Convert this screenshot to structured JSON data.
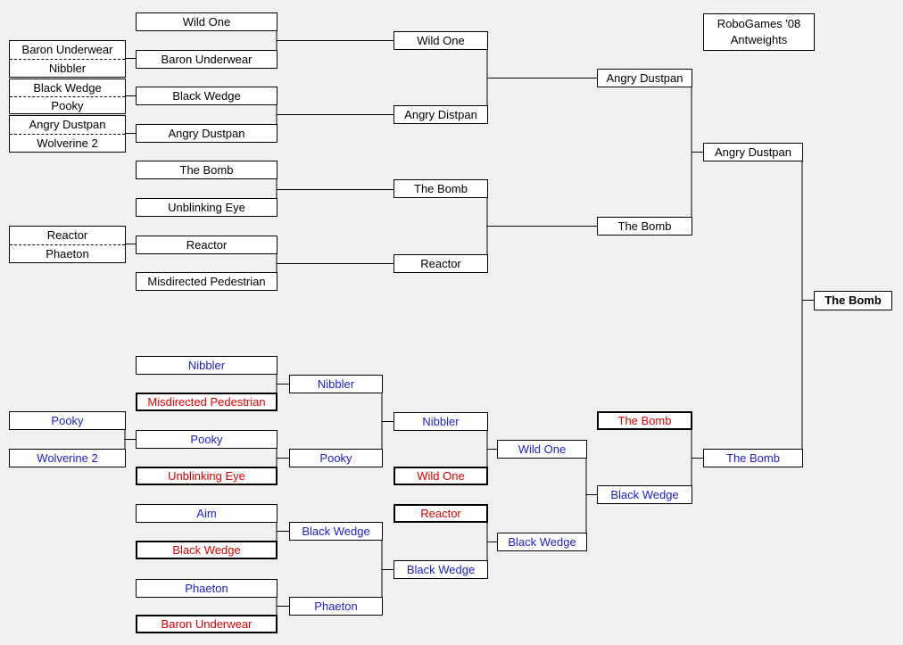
{
  "title": {
    "line1": "RoboGames '08",
    "line2": "Antweights"
  },
  "colors": {
    "winner_text": "#000000",
    "loser_bracket_text": "#1c1ccc",
    "eliminated_text": "#e00000"
  },
  "preliminaries": [
    {
      "top": "Baron Underwear",
      "bottom": "Nibbler"
    },
    {
      "top": "Black Wedge",
      "bottom": "Pooky"
    },
    {
      "top": "Angry Dustpan",
      "bottom": "Wolverine 2"
    },
    {
      "top": "Reactor",
      "bottom": "Phaeton"
    }
  ],
  "winners_bracket": {
    "round1": [
      "Wild One",
      "Baron Underwear",
      "Black Wedge",
      "Angry Dustpan",
      "The Bomb",
      "Unblinking Eye",
      "Reactor",
      "Misdirected Pedestrian"
    ],
    "round2": [
      "Wild One",
      "Angry Distpan",
      "The Bomb",
      "Reactor"
    ],
    "round3": [
      "Angry Dustpan",
      "The Bomb"
    ],
    "final": "Angry Dustpan"
  },
  "losers_bracket": {
    "prelim": [
      "Pooky",
      "Wolverine 2"
    ],
    "col1": [
      "Nibbler",
      "Misdirected Pedestrian",
      "Pooky",
      "Unblinking Eye",
      "Aim",
      "Black Wedge",
      "Phaeton",
      "Baron Underwear"
    ],
    "col2": [
      "Nibbler",
      "Pooky",
      "Black Wedge",
      "Phaeton"
    ],
    "col3": [
      "Nibbler",
      "Wild One",
      "Reactor",
      "Black Wedge"
    ],
    "col4": [
      "Wild One",
      "Black Wedge"
    ],
    "col5": [
      "The Bomb",
      "Black Wedge"
    ],
    "final": "The Bomb"
  },
  "champion": "The Bomb"
}
